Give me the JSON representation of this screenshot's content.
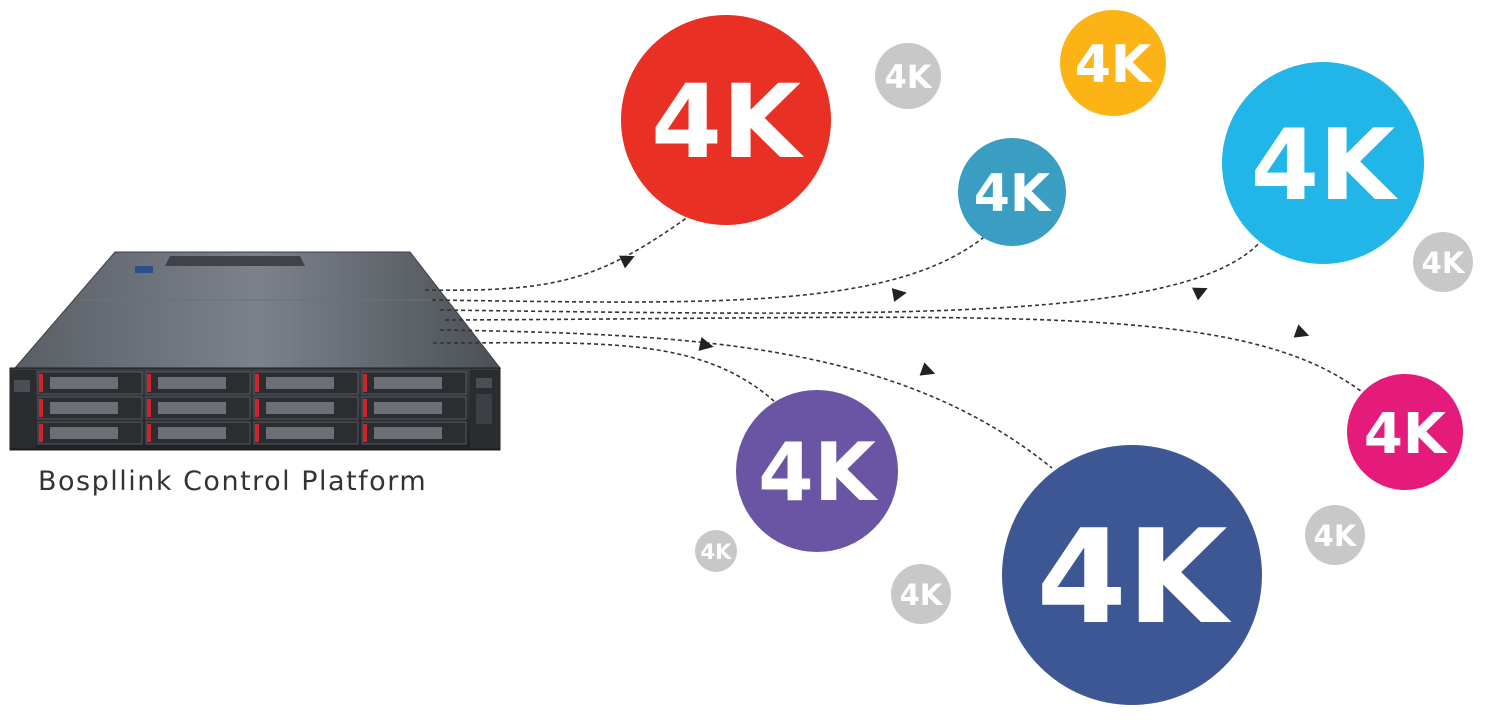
{
  "platform": {
    "label": "Bospllink Control Platform"
  },
  "colors": {
    "red": "#e93025",
    "orange": "#fbb316",
    "teal": "#3a9ec2",
    "sky": "#21b5e8",
    "purple": "#6a54a4",
    "navy": "#3d5794",
    "magenta": "#e51b7b",
    "gray": "#c8c8c8",
    "white": "#ffffff",
    "line": "#333333"
  },
  "bubbles": [
    {
      "id": "red",
      "label": "4K",
      "color": "#e93025",
      "linked": true
    },
    {
      "id": "orange",
      "label": "4K",
      "color": "#fbb316",
      "linked": false
    },
    {
      "id": "teal",
      "label": "4K",
      "color": "#3a9ec2",
      "linked": true
    },
    {
      "id": "sky",
      "label": "4K",
      "color": "#21b5e8",
      "linked": true
    },
    {
      "id": "purple",
      "label": "4K",
      "color": "#6a54a4",
      "linked": true
    },
    {
      "id": "navy",
      "label": "4K",
      "color": "#3d5794",
      "linked": true
    },
    {
      "id": "magenta",
      "label": "4K",
      "color": "#e51b7b",
      "linked": true
    },
    {
      "id": "gray-1",
      "label": "4K",
      "color": "#c8c8c8",
      "linked": false
    },
    {
      "id": "gray-2",
      "label": "4K",
      "color": "#c8c8c8",
      "linked": false
    },
    {
      "id": "gray-3",
      "label": "4K",
      "color": "#c8c8c8",
      "linked": false
    },
    {
      "id": "gray-4",
      "label": "4K",
      "color": "#c8c8c8",
      "linked": false
    },
    {
      "id": "gray-5",
      "label": "4K",
      "color": "#c8c8c8",
      "linked": false
    }
  ]
}
